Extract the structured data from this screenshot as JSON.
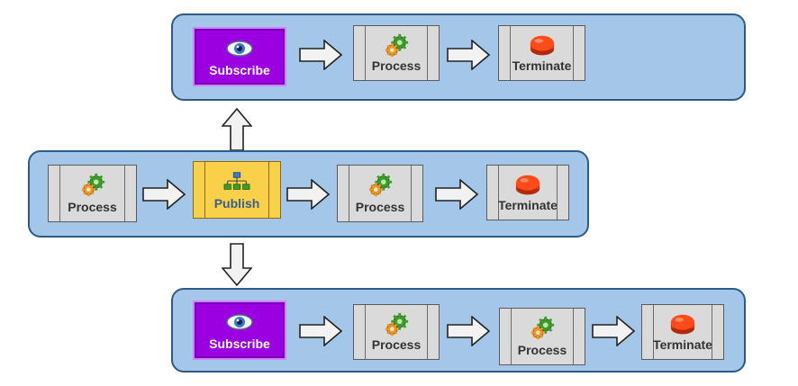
{
  "colors": {
    "lane_fill": "#a4c6e8",
    "lane_border": "#2c5b8a",
    "subscribe_fill": "#9b00e0",
    "publish_fill": "#f8d04a",
    "process_fill": "#dadada",
    "terminate_fill": "#ff4a1a"
  },
  "top_lane": {
    "subscribe": {
      "label": "Subscribe",
      "icon": "eye-icon"
    },
    "process": {
      "label": "Process",
      "icon": "gears-icon"
    },
    "terminate": {
      "label": "Terminate",
      "icon": "red-button-icon"
    }
  },
  "middle_lane": {
    "process_1": {
      "label": "Process",
      "icon": "gears-icon"
    },
    "publish": {
      "label": "Publish",
      "icon": "hierarchy-icon"
    },
    "process_2": {
      "label": "Process",
      "icon": "gears-icon"
    },
    "terminate": {
      "label": "Terminate",
      "icon": "red-button-icon"
    }
  },
  "bottom_lane": {
    "subscribe": {
      "label": "Subscribe",
      "icon": "eye-icon"
    },
    "process_1": {
      "label": "Process",
      "icon": "gears-icon"
    },
    "process_2": {
      "label": "Process",
      "icon": "gears-icon"
    },
    "terminate": {
      "label": "Terminate",
      "icon": "red-button-icon"
    }
  }
}
